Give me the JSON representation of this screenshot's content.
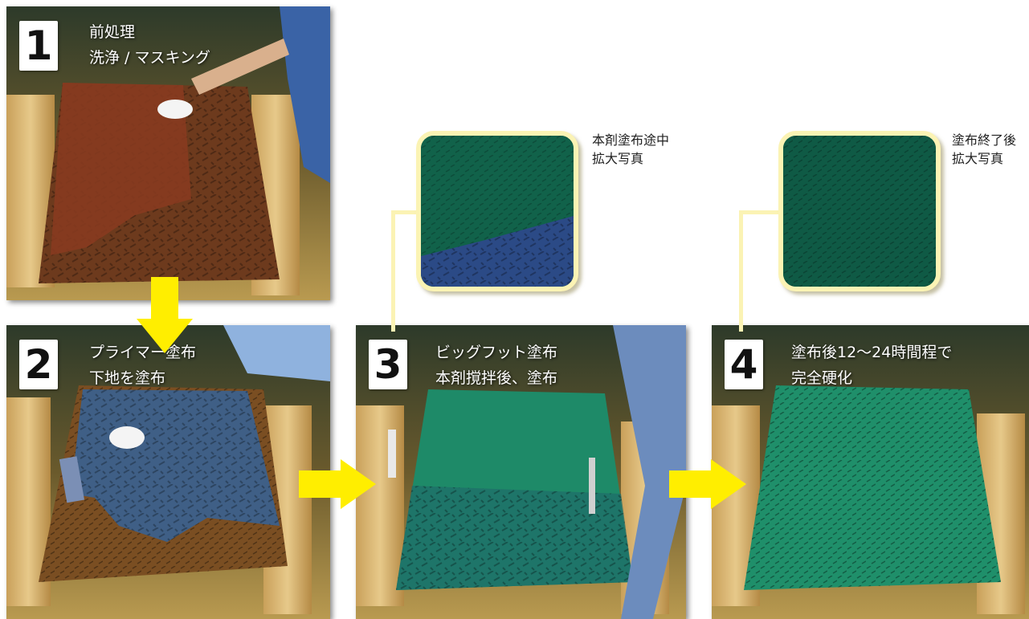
{
  "steps": [
    {
      "number": "1",
      "title": "前処理",
      "subtitle": "洗浄 / マスキング"
    },
    {
      "number": "2",
      "title": "プライマー塗布",
      "subtitle": "下地を塗布"
    },
    {
      "number": "3",
      "title": "ビッグフット塗布",
      "subtitle": "本剤撹拌後、塗布"
    },
    {
      "number": "4",
      "title": "塗布後12〜24時間程で",
      "subtitle": "完全硬化"
    }
  ],
  "insets": [
    {
      "line1": "本剤塗布途中",
      "line2": "拡大写真"
    },
    {
      "line1": "塗布終了後",
      "line2": "拡大写真"
    }
  ],
  "colors": {
    "arrow": "#ffee00",
    "inset_frame": "#fbf3b4",
    "green_coating": "#1f8f6a",
    "primer_blue": "#3f5f86",
    "rust": "#7a3a1a"
  },
  "icons": [
    "arrow-down-icon",
    "arrow-right-icon",
    "arrow-right-icon"
  ]
}
